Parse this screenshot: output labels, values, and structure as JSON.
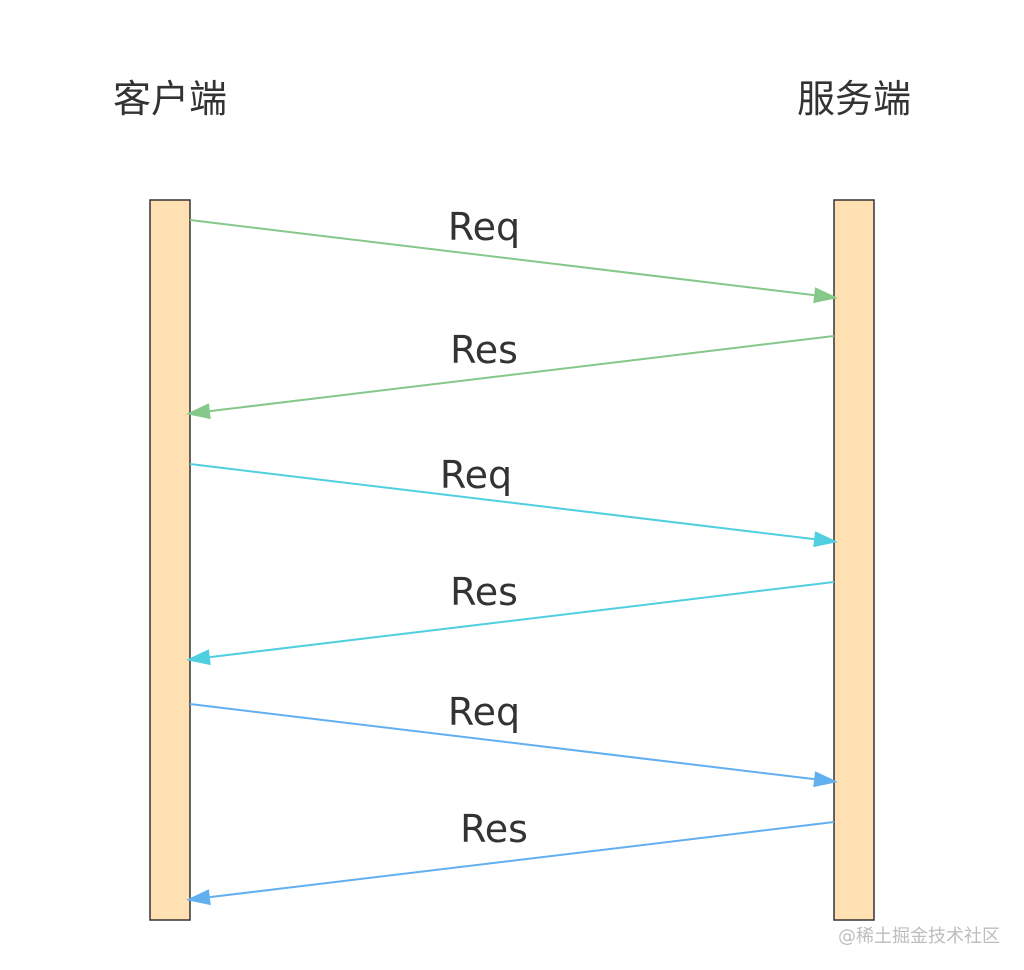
{
  "actors": {
    "client": {
      "label": "客户端"
    },
    "server": {
      "label": "服务端"
    }
  },
  "messages": [
    {
      "label": "Req",
      "from": "client",
      "to": "server",
      "color": "#85c88a"
    },
    {
      "label": "Res",
      "from": "server",
      "to": "client",
      "color": "#85c88a"
    },
    {
      "label": "Req",
      "from": "client",
      "to": "server",
      "color": "#4fcfe0"
    },
    {
      "label": "Res",
      "from": "server",
      "to": "client",
      "color": "#4fcfe0"
    },
    {
      "label": "Req",
      "from": "client",
      "to": "server",
      "color": "#62aff0"
    },
    {
      "label": "Res",
      "from": "server",
      "to": "client",
      "color": "#62aff0"
    }
  ],
  "colors": {
    "lifeline_fill": "#ffe0b2",
    "lifeline_stroke": "#333333",
    "text": "#333333"
  },
  "watermark": "@稀土掘金技术社区"
}
